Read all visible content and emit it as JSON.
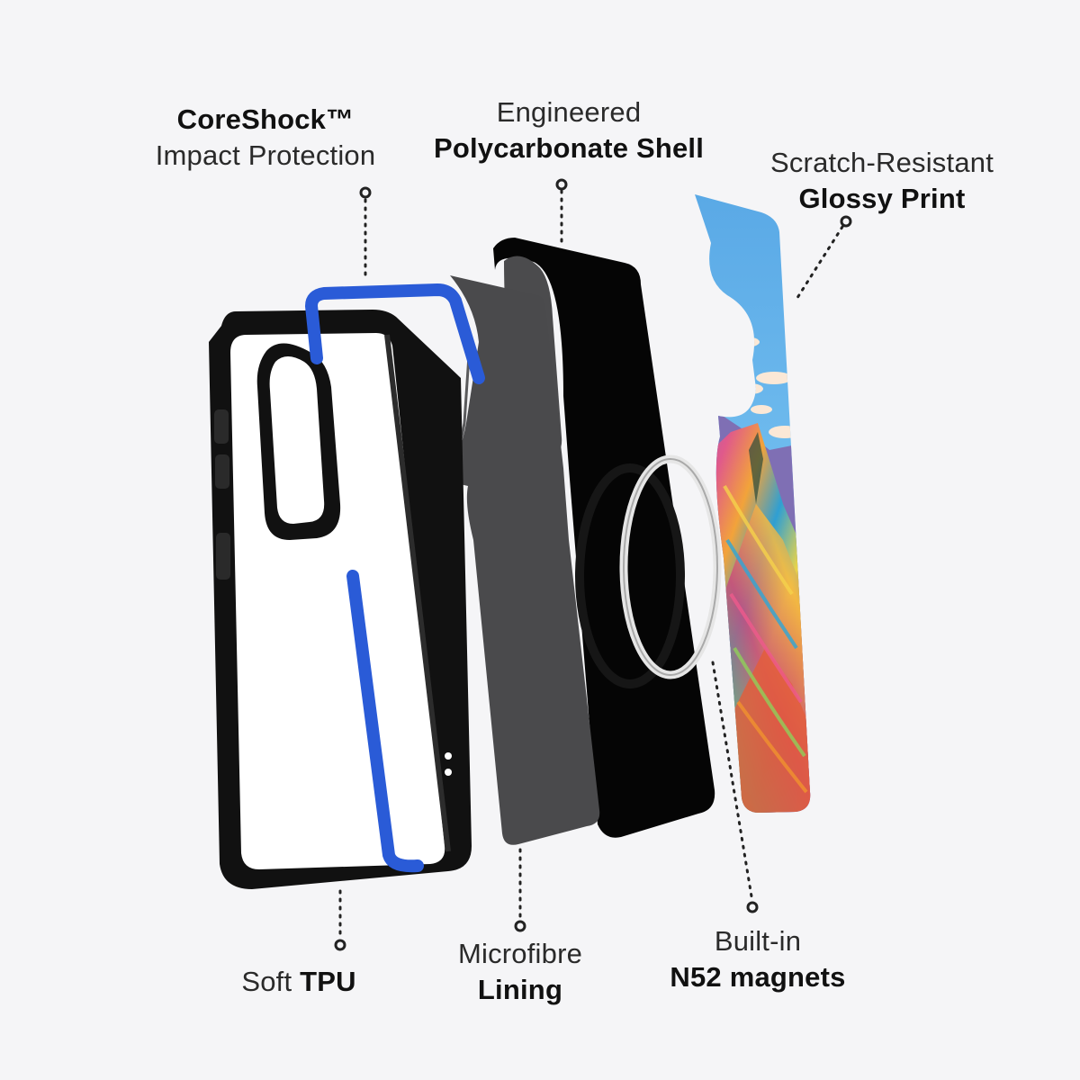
{
  "background": "#f5f5f7",
  "colors": {
    "accent_blue": "#2a5bd7",
    "tpu_black": "#111111",
    "shell_black": "#050505",
    "lining_gray": "#4a4a4c",
    "magnet_ring": "#e6e6e6",
    "leader": "#222222"
  },
  "labels": {
    "coreshock": {
      "bold": "CoreShock™",
      "light": "Impact Protection"
    },
    "shell": {
      "light": "Engineered",
      "bold": "Polycarbonate Shell"
    },
    "print": {
      "light": "Scratch-Resistant",
      "bold": "Glossy Print"
    },
    "tpu": {
      "light": "Soft",
      "bold": "TPU"
    },
    "lining": {
      "light": "Microfibre",
      "bold": "Lining"
    },
    "magnets": {
      "light": "Built-in",
      "bold": "N52 magnets"
    }
  },
  "layers": [
    "soft-tpu-frame",
    "coreshock-frame",
    "microfibre-lining",
    "polycarbonate-shell",
    "magnet-ring",
    "glossy-print"
  ]
}
